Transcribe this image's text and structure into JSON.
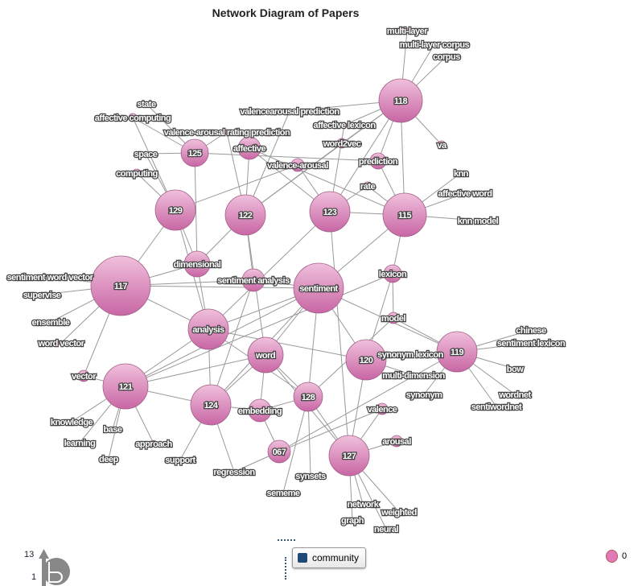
{
  "title": "Network Diagram of Papers",
  "colors": {
    "node": "#d58bbb",
    "edge": "#999999",
    "legend": "#e07ab8"
  },
  "nodes": [
    "118",
    "115",
    "123",
    "122",
    "129",
    "125",
    "117",
    "121",
    "124",
    "analysis",
    "dimensional",
    "sentiment analysis",
    "sentiment",
    "word",
    "120",
    "119",
    "128",
    "127",
    "embedding",
    "067",
    "lexicon",
    "model",
    "valence",
    "arousal",
    "affective",
    "valence-arousal",
    "word2vec",
    "prediction",
    "rate",
    "va",
    "multi-layer",
    "multi-layer corpus",
    "corpus",
    "state",
    "affective computing",
    "valence-arousal rating prediction",
    "valencearousal prediction",
    "affective lexicon",
    "space",
    "computing",
    "knn",
    "affective word",
    "knn model",
    "sentiment word vector",
    "supervise",
    "ensemble",
    "word vector",
    "vector",
    "knowledge",
    "base",
    "learning",
    "deep",
    "approach",
    "support",
    "regression",
    "sememe",
    "synsets",
    "network",
    "graph",
    "neural",
    "weighted",
    "synonym lexicon",
    "multi-dimension",
    "synonym",
    "chinese",
    "sentiment lexicon",
    "bow",
    "wordnet",
    "sentiwordnet"
  ],
  "edges": [
    [
      "118",
      "multi-layer"
    ],
    [
      "118",
      "multi-layer corpus"
    ],
    [
      "118",
      "corpus"
    ],
    [
      "118",
      "va"
    ],
    [
      "118",
      "115"
    ],
    [
      "118",
      "affective lexicon"
    ],
    [
      "118",
      "valencearousal prediction"
    ],
    [
      "118",
      "prediction"
    ],
    [
      "118",
      "word2vec"
    ],
    [
      "118",
      "122"
    ],
    [
      "118",
      "123"
    ],
    [
      "115",
      "knn"
    ],
    [
      "115",
      "affective word"
    ],
    [
      "115",
      "knn model"
    ],
    [
      "115",
      "rate"
    ],
    [
      "115",
      "prediction"
    ],
    [
      "115",
      "lexicon"
    ],
    [
      "115",
      "123"
    ],
    [
      "115",
      "affective"
    ],
    [
      "115",
      "sentiment"
    ],
    [
      "125",
      "state"
    ],
    [
      "125",
      "affective computing"
    ],
    [
      "125",
      "valence-arousal rating prediction"
    ],
    [
      "125",
      "space"
    ],
    [
      "125",
      "prediction"
    ],
    [
      "125",
      "dimensional"
    ],
    [
      "129",
      "affective computing"
    ],
    [
      "129",
      "computing"
    ],
    [
      "129",
      "space"
    ],
    [
      "129",
      "117"
    ],
    [
      "129",
      "analysis"
    ],
    [
      "129",
      "dimensional"
    ],
    [
      "129",
      "valence-arousal"
    ],
    [
      "122",
      "affective"
    ],
    [
      "122",
      "valence-arousal rating prediction"
    ],
    [
      "122",
      "valencearousal prediction"
    ],
    [
      "122",
      "sentiment analysis"
    ],
    [
      "122",
      "word"
    ],
    [
      "122",
      "dimensional"
    ],
    [
      "122",
      "word2vec"
    ],
    [
      "123",
      "valence-arousal"
    ],
    [
      "123",
      "affective"
    ],
    [
      "123",
      "analysis"
    ],
    [
      "123",
      "rate"
    ],
    [
      "123",
      "127"
    ],
    [
      "123",
      "affective lexicon"
    ],
    [
      "117",
      "sentiment word vector"
    ],
    [
      "117",
      "supervise"
    ],
    [
      "117",
      "ensemble"
    ],
    [
      "117",
      "word vector"
    ],
    [
      "117",
      "vector"
    ],
    [
      "117",
      "sentiment"
    ],
    [
      "117",
      "dimensional"
    ],
    [
      "117",
      "analysis"
    ],
    [
      "117",
      "sentiment analysis"
    ],
    [
      "121",
      "vector"
    ],
    [
      "121",
      "knowledge"
    ],
    [
      "121",
      "base"
    ],
    [
      "121",
      "learning"
    ],
    [
      "121",
      "deep"
    ],
    [
      "121",
      "approach"
    ],
    [
      "121",
      "analysis"
    ],
    [
      "121",
      "124"
    ],
    [
      "121",
      "sentiment"
    ],
    [
      "121",
      "word"
    ],
    [
      "124",
      "support"
    ],
    [
      "124",
      "regression"
    ],
    [
      "124",
      "analysis"
    ],
    [
      "124",
      "embedding"
    ],
    [
      "124",
      "sentiment analysis"
    ],
    [
      "124",
      "word"
    ],
    [
      "124",
      "sentiment"
    ],
    [
      "sentiment",
      "120"
    ],
    [
      "sentiment",
      "119"
    ],
    [
      "sentiment",
      "word"
    ],
    [
      "sentiment",
      "128"
    ],
    [
      "analysis",
      "128"
    ],
    [
      "analysis",
      "120"
    ],
    [
      "analysis",
      "sentiment"
    ],
    [
      "word",
      "128"
    ],
    [
      "word",
      "127"
    ],
    [
      "word",
      "embedding"
    ],
    [
      "120",
      "synonym lexicon"
    ],
    [
      "120",
      "multi-dimension"
    ],
    [
      "120",
      "lexicon"
    ],
    [
      "120",
      "127"
    ],
    [
      "120",
      "119"
    ],
    [
      "119",
      "chinese"
    ],
    [
      "119",
      "sentiment lexicon"
    ],
    [
      "119",
      "bow"
    ],
    [
      "119",
      "wordnet"
    ],
    [
      "119",
      "sentiwordnet"
    ],
    [
      "119",
      "model"
    ],
    [
      "119",
      "067"
    ],
    [
      "119",
      "synonym"
    ],
    [
      "128",
      "sememe"
    ],
    [
      "128",
      "synsets"
    ],
    [
      "128",
      "embedding"
    ],
    [
      "128",
      "127"
    ],
    [
      "127",
      "network"
    ],
    [
      "127",
      "graph"
    ],
    [
      "127",
      "neural"
    ],
    [
      "127",
      "weighted"
    ],
    [
      "127",
      "arousal"
    ],
    [
      "127",
      "valence"
    ],
    [
      "067",
      "regression"
    ],
    [
      "067",
      "embedding"
    ],
    [
      "067",
      "valence"
    ],
    [
      "lexicon",
      "model"
    ],
    [
      "lexicon",
      "121"
    ],
    [
      "model",
      "128"
    ],
    [
      "sentiment analysis",
      "sentiment"
    ],
    [
      "dimensional",
      "analysis"
    ]
  ],
  "community_button": "community",
  "scale": {
    "max": "13",
    "min": "1"
  },
  "legend": {
    "value": "0"
  }
}
